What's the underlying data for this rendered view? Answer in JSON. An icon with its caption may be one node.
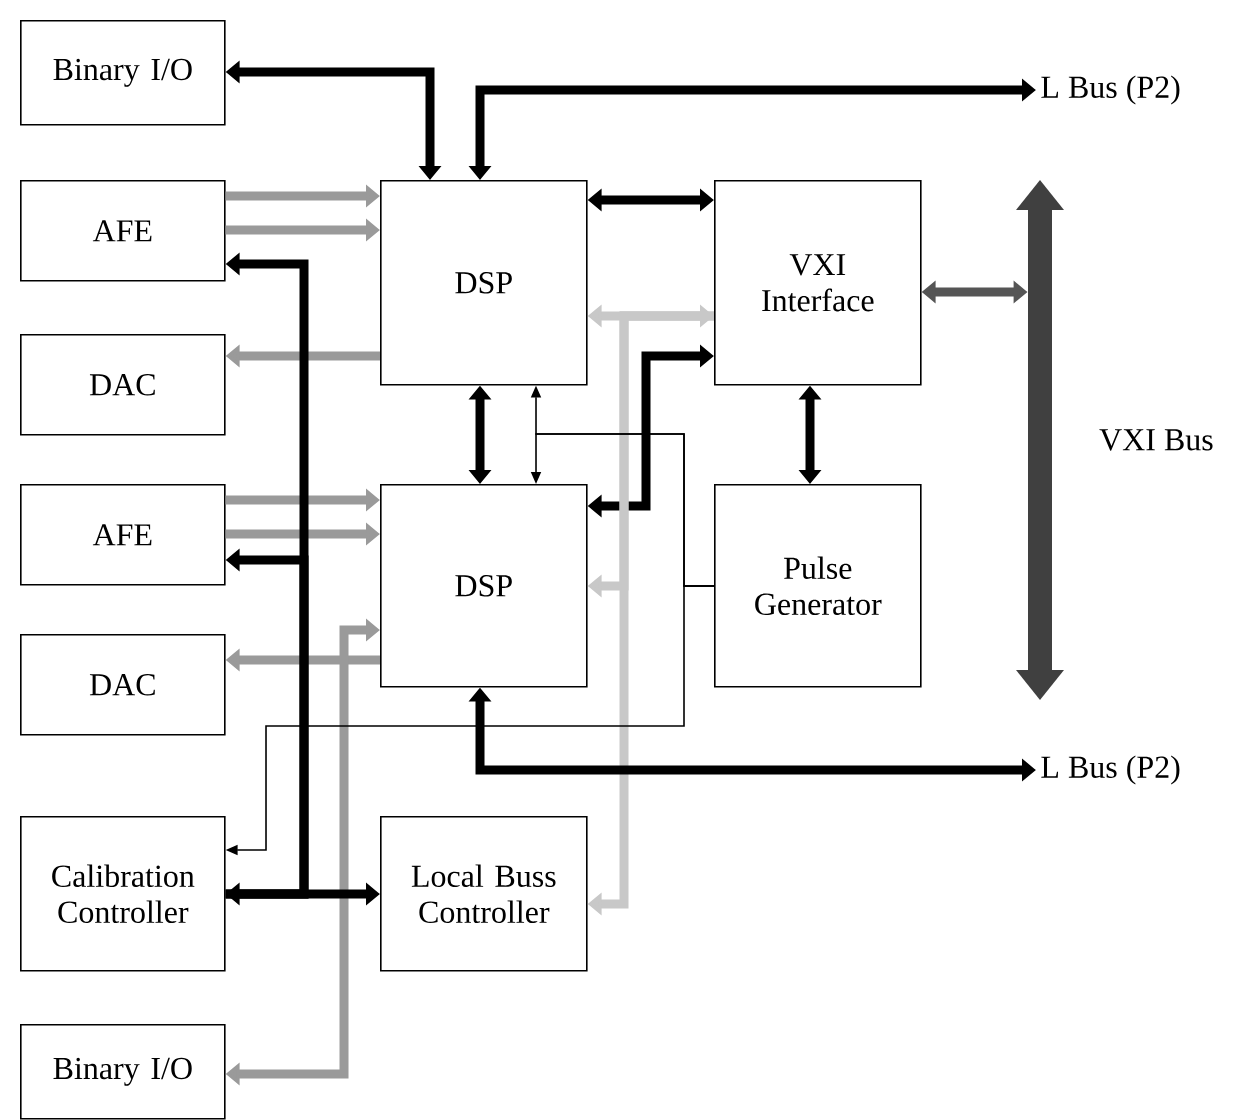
{
  "diagram": {
    "nodes": [
      {
        "text": [
          "Binary I/O"
        ]
      },
      {
        "text": [
          "AFE"
        ]
      },
      {
        "text": [
          "DSP"
        ]
      },
      {
        "text": [
          "VXI Interface"
        ]
      },
      {
        "text": [
          "L Bus (P2)"
        ]
      },
      {
        "text": [
          "DAC"
        ]
      },
      {
        "text": [
          "AFE"
        ]
      },
      {
        "text": [
          "DSP"
        ]
      },
      {
        "text": [
          "Pulse Generator"
        ]
      },
      {
        "text": [],
        "shape": "bar",
        "beside": [
          "VXI Bus"
        ]
      },
      {
        "text": [
          "DAC"
        ]
      },
      {
        "text": [
          "L Bus (P2)"
        ]
      },
      {
        "text": [
          "Calibration Controller"
        ]
      },
      {
        "text": [
          "Local Buss Controller"
        ]
      },
      {
        "text": [
          "Binary I/O"
        ]
      }
    ],
    "edges": [
      {
        "from": 0,
        "to": 2,
        "arrow": "both"
      },
      {
        "from": 2,
        "to": 4,
        "arrow": "both"
      },
      {
        "from": 1,
        "to": 2,
        "arrow": "to",
        "color": "#9a9a9a"
      },
      {
        "from": 1,
        "to": 2,
        "arrow": "to",
        "color": "#9a9a9a"
      },
      {
        "from": 2,
        "to": 5,
        "arrow": "to",
        "color": "#9a9a9a"
      },
      {
        "from": 2,
        "to": 3,
        "arrow": "both"
      },
      {
        "from": 3,
        "to": 9,
        "arrow": "both",
        "color": "#555555"
      },
      {
        "from": 2,
        "to": 7,
        "arrow": "both"
      },
      {
        "from": 3,
        "to": 8,
        "arrow": "both"
      },
      {
        "from": 3,
        "to": 7,
        "arrow": "both"
      },
      {
        "from": 2,
        "to": 3,
        "arrow": "both",
        "color": "#c8c8c8"
      },
      {
        "from": 3,
        "to": 13,
        "arrow": "to",
        "color": "#c8c8c8"
      },
      {
        "from": 3,
        "to": 7,
        "arrow": "to",
        "color": "#c8c8c8"
      },
      {
        "from": 6,
        "to": 7,
        "arrow": "to",
        "color": "#9a9a9a"
      },
      {
        "from": 6,
        "to": 7,
        "arrow": "to",
        "color": "#9a9a9a"
      },
      {
        "from": 7,
        "to": 10,
        "arrow": "to",
        "color": "#9a9a9a"
      },
      {
        "from": 7,
        "to": 14,
        "arrow": "both",
        "color": "#9a9a9a"
      },
      {
        "from": 7,
        "to": 11,
        "arrow": "both"
      },
      {
        "from": 8,
        "to": 2,
        "arrow": "to"
      },
      {
        "from": 8,
        "to": 7,
        "arrow": "to"
      },
      {
        "from": 8,
        "to": 12,
        "arrow": "to"
      },
      {
        "from": 12,
        "to": 13,
        "arrow": "both"
      },
      {
        "from": 12,
        "to": 1,
        "arrow": "to"
      },
      {
        "from": 12,
        "to": 6,
        "arrow": "to"
      }
    ]
  }
}
